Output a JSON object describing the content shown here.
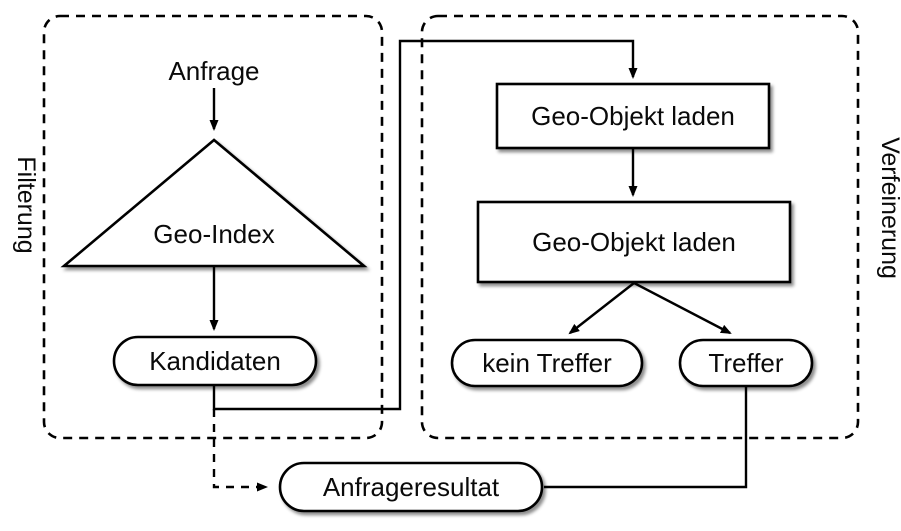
{
  "diagram": {
    "sections": {
      "left": {
        "label": "Filterung"
      },
      "right": {
        "label": "Verfeinerung"
      }
    },
    "nodes": {
      "anfrage": {
        "label": "Anfrage"
      },
      "geo_index": {
        "label": "Geo-Index"
      },
      "kandidaten": {
        "label": "Kandidaten"
      },
      "load1": {
        "label": "Geo-Objekt laden"
      },
      "load2": {
        "label": "Geo-Objekt laden"
      },
      "kein_treffer": {
        "label": "kein Treffer"
      },
      "treffer": {
        "label": "Treffer"
      },
      "anfrageresultat": {
        "label": "Anfrageresultat"
      }
    },
    "colors": {
      "stroke": "#000000",
      "shape_fill": "#ffffff",
      "background": "#ffffff"
    }
  }
}
